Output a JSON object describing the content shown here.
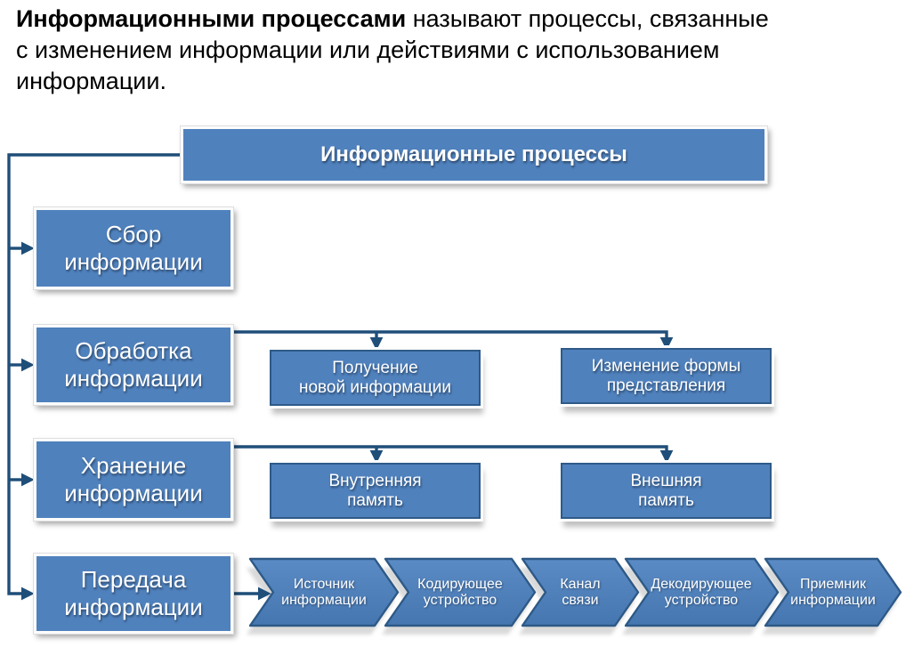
{
  "headline": {
    "bold": "Информационными процессами",
    "line1_rest": " называют процессы, связанные",
    "line2": "с изменением информации или действиями с использованием",
    "line3": "информации."
  },
  "diagram": {
    "root": {
      "label": "Информационные процессы"
    },
    "branches": [
      {
        "label": "Сбор\nинформации"
      },
      {
        "label": "Обработка\nинформации",
        "children": [
          {
            "label": "Получение\nновой информации"
          },
          {
            "label": "Изменение формы\nпредставления"
          }
        ]
      },
      {
        "label": "Хранение\nинформации",
        "children": [
          {
            "label": "Внутренняя\nпамять"
          },
          {
            "label": "Внешняя\nпамять"
          }
        ]
      },
      {
        "label": "Передача\nинформации",
        "chain": [
          {
            "label": "Источник\nинформации"
          },
          {
            "label": "Кодирующее\nустройство"
          },
          {
            "label": "Канал\nсвязи"
          },
          {
            "label": "Декодирующее\nустройство"
          },
          {
            "label": "Приемник\nинформации"
          }
        ]
      }
    ]
  },
  "colors": {
    "box_fill": "#4f81bd",
    "box_border_dark": "#2e5a88",
    "connector": "#1f4e79",
    "chevron_shadow": "#d9d9d9",
    "text": "#ffffff"
  }
}
